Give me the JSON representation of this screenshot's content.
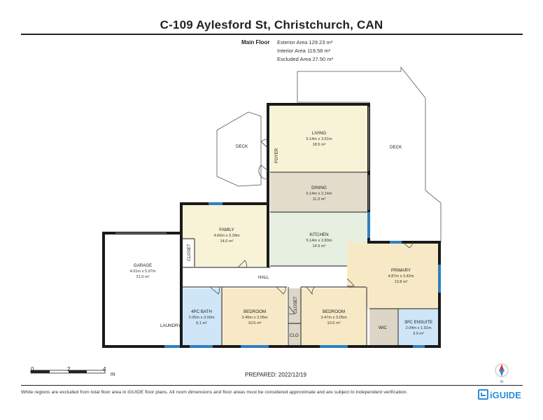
{
  "title": "C-109 Aylesford St, Christchurch, CAN",
  "floor": {
    "name": "Main Floor",
    "exterior_area": "Exterior Area 129.23 m²",
    "interior_area": "Interior Area 119.58 m²",
    "excluded_area": "Excluded Area 27.50 m²"
  },
  "rooms": {
    "living": {
      "name": "LIVING",
      "dim": "5.14m x 3.61m",
      "area": "18.5 m²"
    },
    "dining": {
      "name": "DINING",
      "dim": "5.14m x 2.14m",
      "area": "11.0 m²"
    },
    "kitchen": {
      "name": "KITCHEN",
      "dim": "5.14m x 2.83m",
      "area": "14.5 m²"
    },
    "family": {
      "name": "FAMILY",
      "dim": "4.60m x 3.28m",
      "area": "14.0 m²"
    },
    "garage": {
      "name": "GARAGE",
      "dim": "4.01m x 5.97m",
      "area": "21.0 m²"
    },
    "primary": {
      "name": "PRIMARY",
      "dim": "4.87m x 3.42m",
      "area": "13.8 m²"
    },
    "bath": {
      "name": "4PC BATH",
      "dim": "2.05m x 3.00m",
      "area": "6.1 m²"
    },
    "bedroom1": {
      "name": "BEDROOM",
      "dim": "3.45m x 3.05m",
      "area": "10.5 m²"
    },
    "bedroom2": {
      "name": "BEDROOM",
      "dim": "3.47m x 3.05m",
      "area": "10.6 m²"
    },
    "ensuite": {
      "name": "3PC ENSUITE",
      "dim": "2.04m x 1.91m",
      "area": "3.9 m²"
    }
  },
  "labels": {
    "deck_left": "DECK",
    "deck_right": "DECK",
    "foyer": "FOYER",
    "hall": "HALL",
    "closet_family": "CLOSET",
    "closet_mid": "CLOSET",
    "clo": "CLO",
    "wic": "WIC",
    "laundry": "LAUNDRY"
  },
  "scale": {
    "ticks": [
      "0",
      "2",
      "4"
    ],
    "unit": "m"
  },
  "prepared": "PREPARED:  2022/12/19",
  "compass_label": "N",
  "disclaimer": "White regions are excluded from total floor area in iGUIDE floor plans. All room dimensions and floor areas must be considered approximate and are subject to independent verification.",
  "brand": "iGUIDE",
  "colors": {
    "living": "#f8f3d6",
    "dining": "#e4dccb",
    "kitchen": "#e6efe0",
    "bedroom": "#f8e9c6",
    "primary": "#f8e9c6",
    "bath": "#cfe6f8",
    "closet": "#ddd5c6",
    "window": "#2f7fc1",
    "brand": "#2a8fd6"
  }
}
